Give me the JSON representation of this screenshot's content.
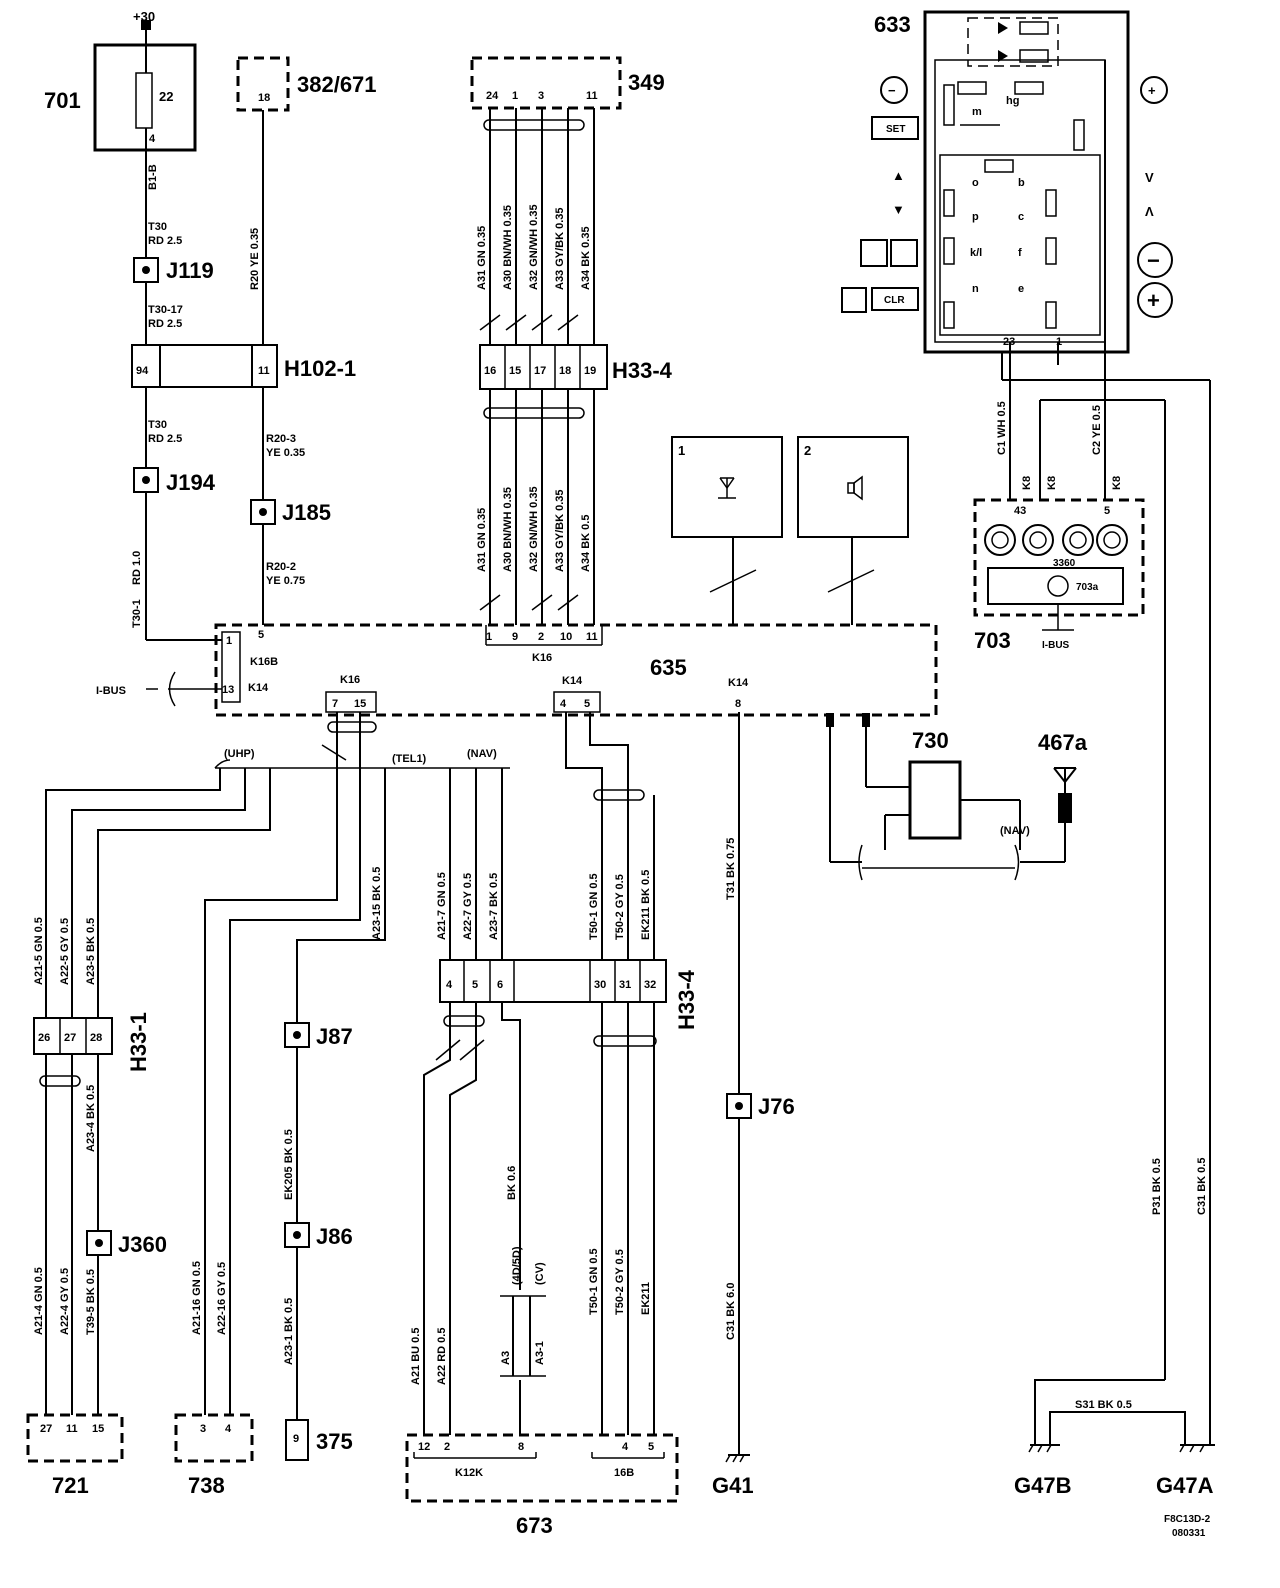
{
  "diagram": {
    "code": "F8C13D-2",
    "date": "080331",
    "supply": "+30",
    "modules": {
      "m701": "701",
      "m382": "382/671",
      "m349": "349",
      "m633": "633",
      "m635": "635",
      "m703": "703",
      "m703a": "703a",
      "m730": "730",
      "m467a": "467a",
      "m721": "721",
      "m738": "738",
      "m375": "375",
      "m673": "673",
      "mod1": "1",
      "mod2": "2"
    },
    "connectors": {
      "H102_1": "H102-1",
      "H33_4_top": "H33-4",
      "H33_4_mid": "H33-4",
      "H33_1": "H33-1",
      "K16B": "K16B",
      "K14_left": "K14",
      "K16_main": "K16",
      "K16_lower": "K16",
      "K14_mid": "K14",
      "K14_right": "K14",
      "K12K": "K12K",
      "c16B": "16B"
    },
    "junctions": {
      "J119": "J119",
      "J194": "J194",
      "J185": "J185",
      "J87": "J87",
      "J86": "J86",
      "J76": "J76",
      "J360": "J360"
    },
    "grounds": {
      "G41": "G41",
      "G47B": "G47B",
      "G47A": "G47A"
    },
    "bus_labels": {
      "ibus_left": "I-BUS",
      "ibus_703": "I-BUS",
      "uhp": "(UHP)",
      "tel1": "(TEL1)",
      "nav_top": "(NAV)",
      "nav_730": "(NAV)",
      "v4d5d": "(4D/5D)",
      "cv": "(CV)"
    },
    "panel_633": {
      "set": "SET",
      "clr": "CLR",
      "up": "▲",
      "down": "▼",
      "vee": "V",
      "caret": "Λ",
      "minus": "−",
      "plus": "+",
      "sw_m": "m",
      "sw_hg": "hg",
      "sw_o": "o",
      "sw_b": "b",
      "sw_p": "p",
      "sw_c": "c",
      "sw_kl": "k/l",
      "sw_f": "f",
      "sw_n": "n",
      "sw_e": "e",
      "pin23": "23",
      "pin1": "1"
    },
    "pins": {
      "p701_22": "22",
      "p701_4": "4",
      "p382_18": "18",
      "p349_24": "24",
      "p349_1": "1",
      "p349_3": "3",
      "p349_11": "11",
      "h102_94": "94",
      "h102_11": "11",
      "h334a_16": "16",
      "h334a_15": "15",
      "h334a_17": "17",
      "h334a_18": "18",
      "h334a_19": "19",
      "k16_1": "1",
      "k16_9": "9",
      "k16_2": "2",
      "k16_10": "10",
      "k16_11": "11",
      "k16b_5": "5",
      "k14_13": "13",
      "k16_7": "7",
      "k16_15": "15",
      "k14_4": "4",
      "k14_5": "5",
      "k14_8": "8",
      "h334b_4": "4",
      "h334b_5": "5",
      "h334b_6": "6",
      "h334b_30": "30",
      "h334b_31": "31",
      "h334b_32": "32",
      "h331_26": "26",
      "h331_27": "27",
      "h331_28": "28",
      "m721_27": "27",
      "m721_11": "11",
      "m721_15": "15",
      "m738_3": "3",
      "m738_4": "4",
      "m375_9": "9",
      "m673_12": "12",
      "m673_2": "2",
      "m673_8": "8",
      "m673_4": "4",
      "m673_5": "5",
      "m703_43": "43",
      "m703_5": "5",
      "m703_3360": "3360"
    },
    "wires": {
      "b1b": "B1-B",
      "t30_a": "T30",
      "rd25_a": "RD     2.5",
      "t3017": "T30-17",
      "rd25_b": "RD 2.5",
      "t30_b": "T30",
      "rd25_c": "RD     2.5",
      "rd10": "RD     1.0",
      "t301": "T30-1",
      "r20": "R20   YE  0.35",
      "r203": "R20-3",
      "ye035": "YE 0.35",
      "r202": "R20-2",
      "ye075": "YE 0.75",
      "a31_top": "A31  GN   0.35",
      "a30_top": "A30  BN/WH     0.35",
      "a32_top": "A32  GN/WH     0.35",
      "a33_top": "A33  GY/BK     0.35",
      "a34_top": "A34   BK   0.35",
      "a31_mid": "A31  GN   0.35",
      "a30_mid": "A30  BN/WH     0.35",
      "a32_mid": "A32  GN/WH     0.35",
      "a33_mid": "A33  GY/BK     0.35",
      "a34_mid": "A34   BK   0.5",
      "a215": "A21-5   GN   0.5",
      "a225": "A22-5   GY   0.5",
      "a235": "A23-5   BK   0.5",
      "a2315": "A23-15     BK   0.5",
      "a217": "A21-7   GN   0.5",
      "a227": "A22-7   GY   0.5",
      "a237": "A23-7   BK   0.5",
      "t501": "T50-1   GN   0.5",
      "t502": "T50-2   GY   0.5",
      "ek211": "EK211   BK   0.5",
      "t31": "T31   BK   0.75",
      "a234": "A23-4     BK   0.5",
      "a214": "A21-4   GN   0.5",
      "a224": "A22-4   GY   0.5",
      "t395": "T39-5   BK   0.5",
      "a2116": "A21-16   GN   0.5",
      "a2216": "A22-16   GY   0.5",
      "ek205": "EK205     BK   0.5",
      "a231": "A23-1   BK   0.5",
      "a21bu": "A21   BU   0.5",
      "a22rd": "A22   RD   0.5",
      "bk06": "BK 0.6",
      "a3": "A3",
      "a31c": "A3-1",
      "t501b": "T50-1   GN   0.5",
      "t502b": "T50-2   GY   0.5",
      "ek211b": "EK211",
      "c31bk": "C31   BK   6.0",
      "p31": "P31   BK   0.5",
      "c31r": "C31   BK   0.5",
      "c1wh": "C1   WH   0.5",
      "k8a": "K8",
      "k8b": "K8",
      "c2ye": "C2   YE   0.5",
      "k8c": "K8",
      "s31": "S31    BK   0.5"
    }
  }
}
